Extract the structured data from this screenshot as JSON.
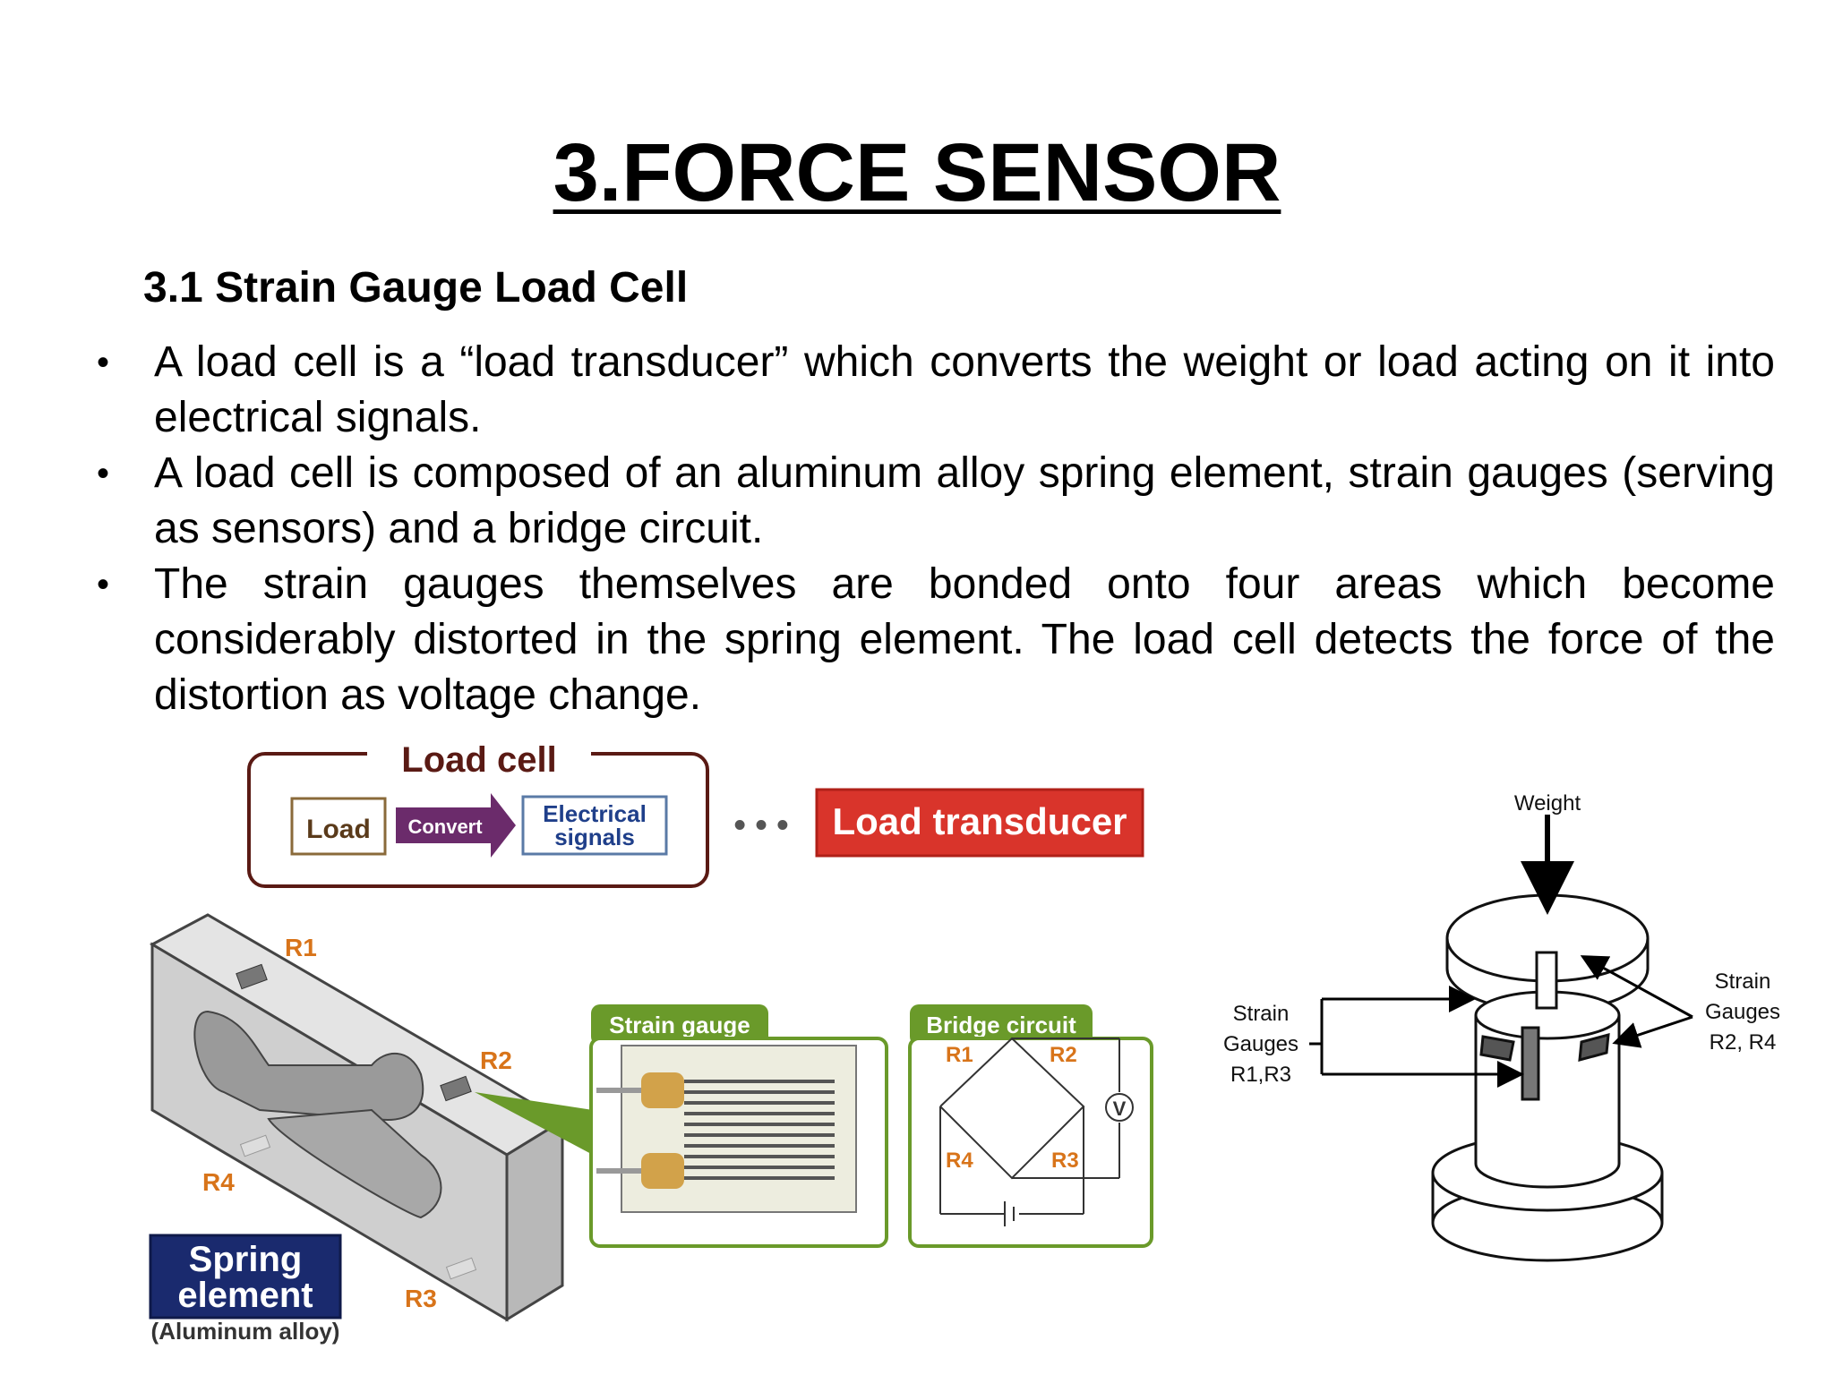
{
  "title": "3.FORCE SENSOR",
  "subtitle": "3.1 Strain Gauge Load Cell",
  "bullets": [
    "A load cell is a “load transducer” which converts the weight or load acting on it into electrical signals.",
    "A load cell is composed of an aluminum alloy spring element, strain gauges (serving as sensors) and a bridge circuit.",
    "The strain gauges themselves are bonded onto four areas which become considerably distorted in the spring element. The load cell detects the force of the distortion as voltage change."
  ],
  "diagram_left": {
    "load_cell_label": "Load cell",
    "load": "Load",
    "convert": "Convert",
    "electrical_signals_1": "Electrical",
    "electrical_signals_2": "signals",
    "ellipsis": "• • •",
    "load_transducer": "Load transducer",
    "r1": "R1",
    "r2": "R2",
    "r3": "R3",
    "r4": "R4",
    "spring_element_1": "Spring",
    "spring_element_2": "element",
    "aluminum_alloy": "(Aluminum alloy)",
    "strain_gauge_tab": "Strain gauge",
    "bridge_circuit_tab": "Bridge circuit",
    "bridge_r1": "R1",
    "bridge_r2": "R2",
    "bridge_r3": "R3",
    "bridge_r4": "R4",
    "voltmeter": "V"
  },
  "diagram_right": {
    "weight": "Weight",
    "strain_left_1": "Strain",
    "strain_left_2": "Gauges",
    "strain_left_3": "R1,R3",
    "strain_right_1": "Strain",
    "strain_right_2": "Gauges",
    "strain_right_3": "R2, R4"
  },
  "colors": {
    "dark_red": "#5a1a14",
    "transducer_red": "#d9342b",
    "purple": "#6b2b6b",
    "blue_text": "#1f3f8a",
    "green": "#6a9a2a",
    "orange": "#d8741a",
    "navy": "#1a2a6e"
  }
}
